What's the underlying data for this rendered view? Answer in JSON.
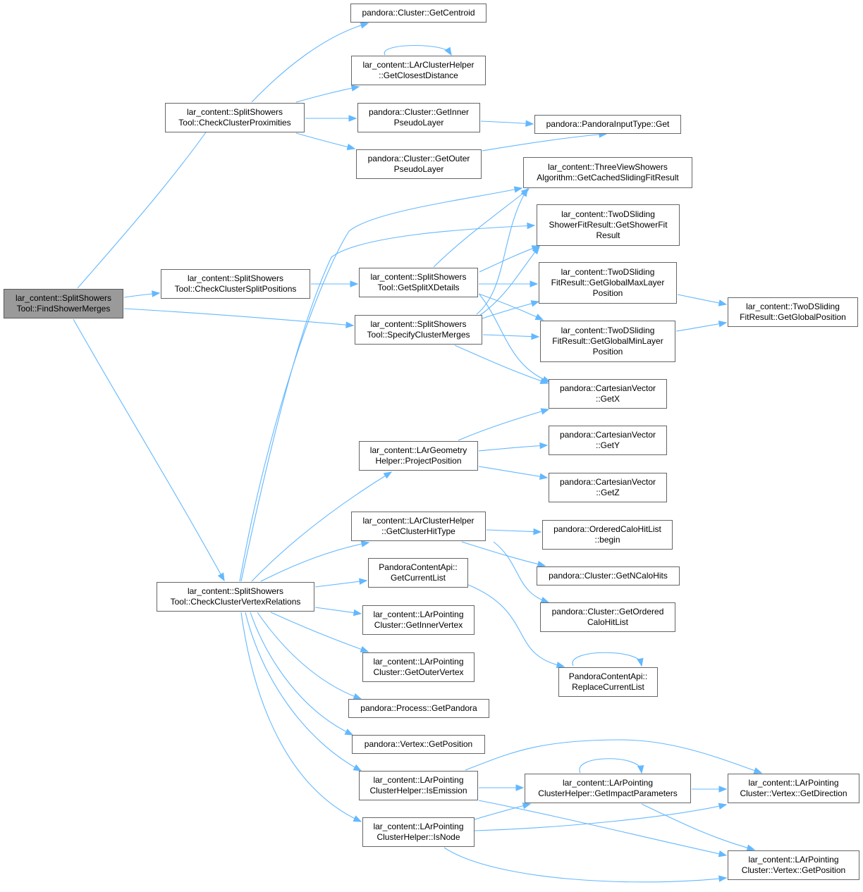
{
  "nodes": [
    {
      "id": "FindShowerMerges",
      "lines": [
        "lar_content::SplitShowers",
        "Tool::FindShowerMerges"
      ],
      "root": true
    },
    {
      "id": "CheckClusterProximities",
      "lines": [
        "lar_content::SplitShowers",
        "Tool::CheckClusterProximities"
      ]
    },
    {
      "id": "CheckClusterSplitPositions",
      "lines": [
        "lar_content::SplitShowers",
        "Tool::CheckClusterSplitPositions"
      ]
    },
    {
      "id": "SpecifyClusterMerges",
      "lines": [
        "lar_content::SplitShowers",
        "Tool::SpecifyClusterMerges"
      ]
    },
    {
      "id": "CheckClusterVertexRelations",
      "lines": [
        "lar_content::SplitShowers",
        "Tool::CheckClusterVertexRelations"
      ]
    },
    {
      "id": "GetCentroid",
      "lines": [
        "pandora::Cluster::GetCentroid"
      ]
    },
    {
      "id": "GetClosestDistance",
      "lines": [
        "lar_content::LArClusterHelper",
        "::GetClosestDistance"
      ]
    },
    {
      "id": "GetInnerPseudoLayer",
      "lines": [
        "pandora::Cluster::GetInner",
        "PseudoLayer"
      ]
    },
    {
      "id": "GetOuterPseudoLayer",
      "lines": [
        "pandora::Cluster::GetOuter",
        "PseudoLayer"
      ]
    },
    {
      "id": "PandoraInputTypeGet",
      "lines": [
        "pandora::PandoraInputType::Get"
      ]
    },
    {
      "id": "GetCachedSlidingFitResult",
      "lines": [
        "lar_content::ThreeViewShowers",
        "Algorithm::GetCachedSlidingFitResult"
      ]
    },
    {
      "id": "GetShowerFitResult",
      "lines": [
        "lar_content::TwoDSliding",
        "ShowerFitResult::GetShowerFit",
        "Result"
      ]
    },
    {
      "id": "GetSplitXDetails",
      "lines": [
        "lar_content::SplitShowers",
        "Tool::GetSplitXDetails"
      ]
    },
    {
      "id": "GetGlobalMaxLayerPosition",
      "lines": [
        "lar_content::TwoDSliding",
        "FitResult::GetGlobalMaxLayer",
        "Position"
      ]
    },
    {
      "id": "GetGlobalMinLayerPosition",
      "lines": [
        "lar_content::TwoDSliding",
        "FitResult::GetGlobalMinLayer",
        "Position"
      ]
    },
    {
      "id": "GetGlobalPosition",
      "lines": [
        "lar_content::TwoDSliding",
        "FitResult::GetGlobalPosition"
      ]
    },
    {
      "id": "GetX",
      "lines": [
        "pandora::CartesianVector",
        "::GetX"
      ]
    },
    {
      "id": "GetY",
      "lines": [
        "pandora::CartesianVector",
        "::GetY"
      ]
    },
    {
      "id": "GetZ",
      "lines": [
        "pandora::CartesianVector",
        "::GetZ"
      ]
    },
    {
      "id": "ProjectPosition",
      "lines": [
        "lar_content::LArGeometry",
        "Helper::ProjectPosition"
      ]
    },
    {
      "id": "GetClusterHitType",
      "lines": [
        "lar_content::LArClusterHelper",
        "::GetClusterHitType"
      ]
    },
    {
      "id": "OrderedBegin",
      "lines": [
        "pandora::OrderedCaloHitList",
        "::begin"
      ]
    },
    {
      "id": "GetNCaloHits",
      "lines": [
        "pandora::Cluster::GetNCaloHits"
      ]
    },
    {
      "id": "GetOrderedCaloHitList",
      "lines": [
        "pandora::Cluster::GetOrdered",
        "CaloHitList"
      ]
    },
    {
      "id": "GetCurrentList",
      "lines": [
        "PandoraContentApi::",
        "GetCurrentList"
      ]
    },
    {
      "id": "ReplaceCurrentList",
      "lines": [
        "PandoraContentApi::",
        "ReplaceCurrentList"
      ]
    },
    {
      "id": "GetInnerVertex",
      "lines": [
        "lar_content::LArPointing",
        "Cluster::GetInnerVertex"
      ]
    },
    {
      "id": "GetOuterVertex",
      "lines": [
        "lar_content::LArPointing",
        "Cluster::GetOuterVertex"
      ]
    },
    {
      "id": "GetPandora",
      "lines": [
        "pandora::Process::GetPandora"
      ]
    },
    {
      "id": "VertexGetPosition",
      "lines": [
        "pandora::Vertex::GetPosition"
      ]
    },
    {
      "id": "IsEmission",
      "lines": [
        "lar_content::LArPointing",
        "ClusterHelper::IsEmission"
      ]
    },
    {
      "id": "IsNode",
      "lines": [
        "lar_content::LArPointing",
        "ClusterHelper::IsNode"
      ]
    },
    {
      "id": "GetImpactParameters",
      "lines": [
        "lar_content::LArPointing",
        "ClusterHelper::GetImpactParameters"
      ]
    },
    {
      "id": "GetDirection",
      "lines": [
        "lar_content::LArPointing",
        "Cluster::Vertex::GetDirection"
      ]
    },
    {
      "id": "ClusterVertexGetPosition",
      "lines": [
        "lar_content::LArPointing",
        "Cluster::Vertex::GetPosition"
      ]
    }
  ]
}
